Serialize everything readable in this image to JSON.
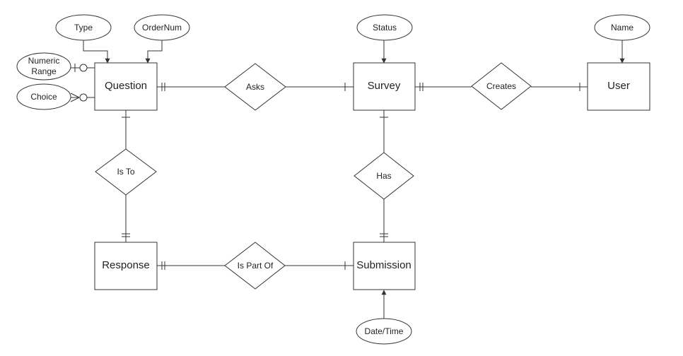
{
  "entities": {
    "question": "Question",
    "survey": "Survey",
    "user": "User",
    "response": "Response",
    "submission": "Submission"
  },
  "relationships": {
    "asks": "Asks",
    "creates": "Creates",
    "is_to": "Is To",
    "has": "Has",
    "is_part_of": "Is Part Of"
  },
  "attributes": {
    "type": "Type",
    "ordernum": "OrderNum",
    "numeric_range_line1": "Numeric",
    "numeric_range_line2": "Range",
    "choice": "Choice",
    "status": "Status",
    "name": "Name",
    "date_time": "Date/Time"
  },
  "colors": {
    "stroke": "#333333",
    "fill": "#ffffff",
    "text": "#222222"
  }
}
